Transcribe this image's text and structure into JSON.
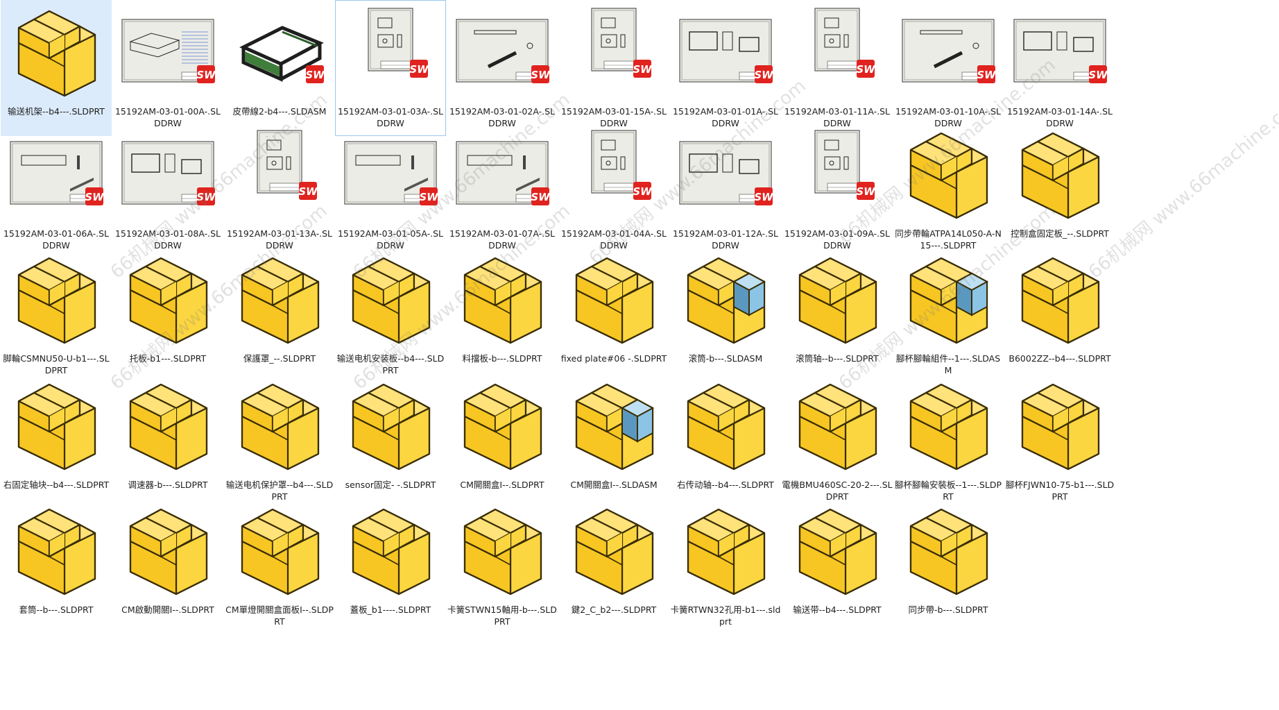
{
  "files": [
    {
      "kind": "part",
      "name": "输送机架--b4---.SLDPRT",
      "selected": true
    },
    {
      "kind": "drawing",
      "name": "15192AM-03-01-00A-.SLDDRW",
      "sheet": "frame"
    },
    {
      "kind": "asm3d",
      "name": "皮帶線2-b4---.SLDASM"
    },
    {
      "kind": "drawing",
      "name": "15192AM-03-01-03A-.SLDDRW",
      "sheet": "portrait",
      "focused": true
    },
    {
      "kind": "drawing",
      "name": "15192AM-03-01-02A-.SLDDRW",
      "sheet": "shaft"
    },
    {
      "kind": "drawing",
      "name": "15192AM-03-01-15A-.SLDDRW",
      "sheet": "portrait"
    },
    {
      "kind": "drawing",
      "name": "15192AM-03-01-01A-.SLDDRW",
      "sheet": "rect"
    },
    {
      "kind": "drawing",
      "name": "15192AM-03-01-11A-.SLDDRW",
      "sheet": "portrait"
    },
    {
      "kind": "drawing",
      "name": "15192AM-03-01-10A-.SLDDRW",
      "sheet": "shaft"
    },
    {
      "kind": "drawing",
      "name": "15192AM-03-01-14A-.SLDDRW",
      "sheet": "rect"
    },
    {
      "kind": "drawing",
      "name": "15192AM-03-01-06A-.SLDDRW",
      "sheet": "plate"
    },
    {
      "kind": "drawing",
      "name": "15192AM-03-01-08A-.SLDDRW",
      "sheet": "rect"
    },
    {
      "kind": "drawing",
      "name": "15192AM-03-01-13A-.SLDDRW",
      "sheet": "portrait"
    },
    {
      "kind": "drawing",
      "name": "15192AM-03-01-05A-.SLDDRW",
      "sheet": "plate"
    },
    {
      "kind": "drawing",
      "name": "15192AM-03-01-07A-.SLDDRW",
      "sheet": "plate"
    },
    {
      "kind": "drawing",
      "name": "15192AM-03-01-04A-.SLDDRW",
      "sheet": "portrait"
    },
    {
      "kind": "drawing",
      "name": "15192AM-03-01-12A-.SLDDRW",
      "sheet": "rect"
    },
    {
      "kind": "drawing",
      "name": "15192AM-03-01-09A-.SLDDRW",
      "sheet": "portrait"
    },
    {
      "kind": "part",
      "name": "同步帶輪ATPA14L050-A-N15---.SLDPRT"
    },
    {
      "kind": "part",
      "name": "控制盒固定板_--.SLDPRT"
    },
    {
      "kind": "part",
      "name": "脚輪CSMNU50-U-b1---.SLDPRT"
    },
    {
      "kind": "part",
      "name": "托板-b1---.SLDPRT"
    },
    {
      "kind": "part",
      "name": "保護罩_--.SLDPRT"
    },
    {
      "kind": "part",
      "name": "输送电机安装板--b4---.SLDPRT"
    },
    {
      "kind": "part",
      "name": "料擋板-b---.SLDPRT"
    },
    {
      "kind": "part",
      "name": "fixed plate#06 -.SLDPRT"
    },
    {
      "kind": "assembly",
      "name": "滚筒-b---.SLDASM"
    },
    {
      "kind": "part",
      "name": "滚筒轴--b---.SLDPRT"
    },
    {
      "kind": "assembly",
      "name": "腳杯腳輪組件--1---.SLDASM"
    },
    {
      "kind": "part",
      "name": "B6002ZZ--b4---.SLDPRT"
    },
    {
      "kind": "part",
      "name": "右固定轴块--b4---.SLDPRT"
    },
    {
      "kind": "part",
      "name": "调速器-b---.SLDPRT"
    },
    {
      "kind": "part",
      "name": "输送电机保护罩--b4---.SLDPRT"
    },
    {
      "kind": "part",
      "name": "sensor固定- -.SLDPRT"
    },
    {
      "kind": "part",
      "name": "CM開關盒I--.SLDPRT"
    },
    {
      "kind": "assembly",
      "name": "CM開關盒I--.SLDASM"
    },
    {
      "kind": "part",
      "name": "右传动轴--b4---.SLDPRT"
    },
    {
      "kind": "part",
      "name": "電機BMU460SC-20-2---.SLDPRT"
    },
    {
      "kind": "part",
      "name": "腳杯腳輪安裝板--1---.SLDPRT"
    },
    {
      "kind": "part",
      "name": "腳杯FJWN10-75-b1---.SLDPRT"
    },
    {
      "kind": "part",
      "name": "套筒--b---.SLDPRT"
    },
    {
      "kind": "part",
      "name": "CM啟動開關I--.SLDPRT"
    },
    {
      "kind": "part",
      "name": "CM單燈開關盒面板I--.SLDPRT"
    },
    {
      "kind": "part",
      "name": "蓋板_b1----.SLDPRT"
    },
    {
      "kind": "part",
      "name": "卡簧STWN15軸用-b---.SLDPRT"
    },
    {
      "kind": "part",
      "name": "鍵2_C_b2---.SLDPRT"
    },
    {
      "kind": "part",
      "name": "卡簧RTWN32孔用-b1---.sldprt"
    },
    {
      "kind": "part",
      "name": "输送带--b4---.SLDPRT"
    },
    {
      "kind": "part",
      "name": "同步帶-b---.SLDPRT"
    }
  ],
  "watermark": {
    "text": "66机械网 www.66machine.com"
  },
  "colors": {
    "part_face_top": "#ffe27a",
    "part_face_left": "#f7c623",
    "part_face_right": "#fbd640",
    "part_outline": "#3a2e05",
    "asm_top": "#bfe0f2",
    "asm_left": "#5b98bf",
    "asm_right": "#8cc4e6",
    "sheet_bg": "#ecece6",
    "sheet_border": "#555555",
    "sw_badge": "#e0231f",
    "selected_bg": "#dcebfc",
    "focus_border": "#99c9ef"
  }
}
